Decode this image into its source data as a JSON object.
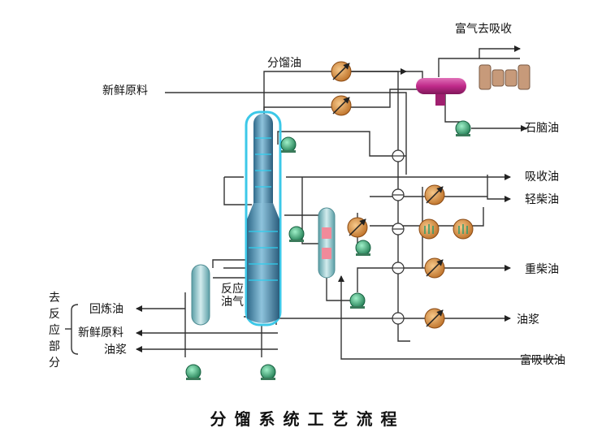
{
  "title": "分馏系统工艺流程",
  "labels": {
    "rich_gas": "富气去吸收",
    "fractionation_oil": "分馏油",
    "fresh_feed_top": "新鲜原料",
    "naphtha": "石脑油",
    "absorption_oil": "吸收油",
    "light_diesel": "轻柴油",
    "heavy_diesel": "重柴油",
    "reaction_gas": "反应\n油气",
    "recycle_oil": "回炼油",
    "fresh_feed_bottom": "新鲜原料",
    "slurry_left": "油浆",
    "slurry_right": "油浆",
    "rich_absorption_oil": "富吸收油",
    "to_reaction_section": "去\n反\n应\n部\n分"
  },
  "colors": {
    "column": "#4f8fb0",
    "column_glow": "#3cc8e8",
    "receiver": "#c02a8a",
    "exchanger": "#d48a3a",
    "pump": "#2e9a6a",
    "vessel": "#8fc3c9",
    "compressor": "#b38a6e",
    "line": "#333333"
  }
}
